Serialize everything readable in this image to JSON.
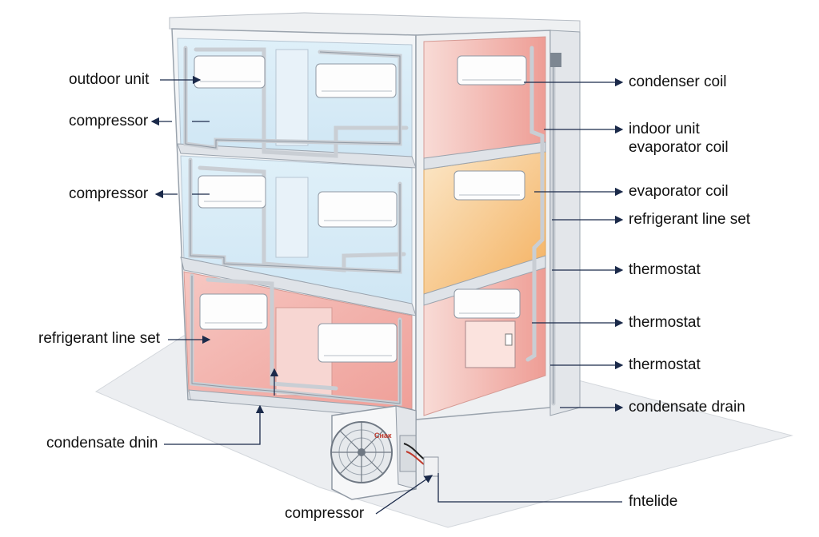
{
  "labels": {
    "outdoor_unit": "outdoor unit",
    "compressor_top": "compressor",
    "compressor_mid": "compressor",
    "refrigerant_left": "refrigerant line set",
    "condensate_left": "condensate dnin",
    "compressor_bottom": "compressor",
    "condenser_coil": "condenser coil",
    "indoor_unit_evap": "indoor unit evaporator coil",
    "evaporator_coil": "evaporator coil",
    "refrigerant_right": "refrigerant line set",
    "thermostat_1": "thermostat",
    "thermostat_2": "thermostat",
    "thermostat_3": "thermostat",
    "condensate_right": "condensate drain",
    "fntelide": "fntelide"
  },
  "outdoor_brand": "Cнак",
  "colors": {
    "cool_zone": "#d6ecf7",
    "warm_zone": "#f4b7b2",
    "hot_zone": "#f7c98a",
    "arrow": "#1b2a4a",
    "pipe": "#cfd3d8"
  }
}
